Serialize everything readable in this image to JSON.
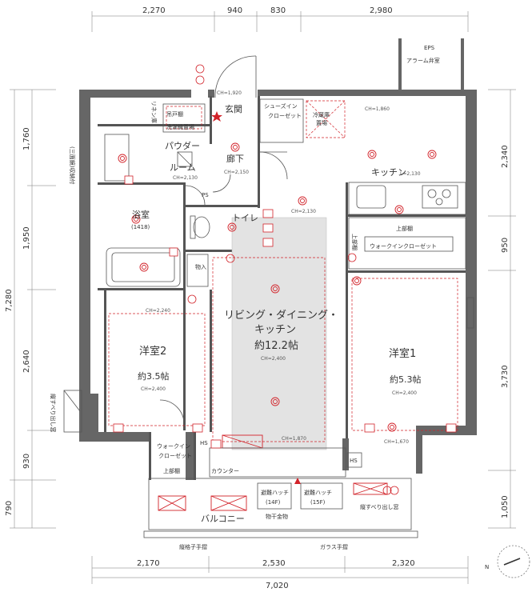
{
  "dims_top": [
    "2,270",
    "940",
    "830",
    "2,980"
  ],
  "dims_bottom": [
    "2,170",
    "2,530",
    "2,320"
  ],
  "dim_total": "7,020",
  "dims_left": [
    "1,760",
    "1,950",
    "2,640",
    "930",
    "790",
    "7,280"
  ],
  "dims_right": [
    "2,340",
    "950",
    "3,730",
    "1,050"
  ],
  "labels": {
    "eps": "EPS",
    "alarm_valve": "アラーム弁室",
    "genkan": "玄関",
    "shoe_closet": "シューズイン\nクローゼット",
    "powder": "パウダー\nルーム",
    "rouka": "廊下",
    "toilet": "トイレ",
    "bath": "浴室",
    "bath_size": "(1418)",
    "ldk": "リビング・ダイニング・\nキッチン",
    "ldk_size": "約12.2帖",
    "kitchen": "キッチン",
    "western1": "洋室1",
    "western1_size": "約5.3帖",
    "western2": "洋室2",
    "western2_size": "約3.5帖",
    "wic": "ウォークインクローゼット",
    "walkin2": "ウォークイン\nクローゼット",
    "balcony": "バルコニー",
    "hatch1": "避難ハッチ\n(14F)",
    "hatch2": "避難ハッチ\n(15F)",
    "counter": "カウンター",
    "storage": "物入",
    "upper_shelf": "上部棚",
    "upper_shelf_v": "上部棚",
    "fridge": "冷蔵庫\n置場",
    "washer": "洗濯機置場",
    "linen": "リネン庫",
    "hanging": "吊戸棚",
    "ps": "PS",
    "hs": "HS",
    "hs2": "HS",
    "vertical_rail": "縦格子手摺",
    "glass_rail": "ガラス手摺",
    "drying": "物干金物",
    "window_ashigake": "腰すべり出し窓",
    "window_ashigake2": "縦すべり出し窓",
    "window_left": "縦すべり出し窓",
    "shelf_left": "(三面鏡)\n収納付",
    "ch_1920": "CH=1,920",
    "ch_1860": "CH=1,860",
    "ch_2130a": "CH=2,130",
    "ch_2150": "CH=2,150",
    "ch_2400a": "CH=2,400",
    "ch_2240": "CH=2,240",
    "ch_2400b": "CH=2,400",
    "ch_2400c": "CH=2,400",
    "ch_1870": "CH=1,870",
    "ch_1670": "CH=1,670",
    "ch_2130b": "CH=2,130",
    "kitchen_l": "L=2,130"
  }
}
